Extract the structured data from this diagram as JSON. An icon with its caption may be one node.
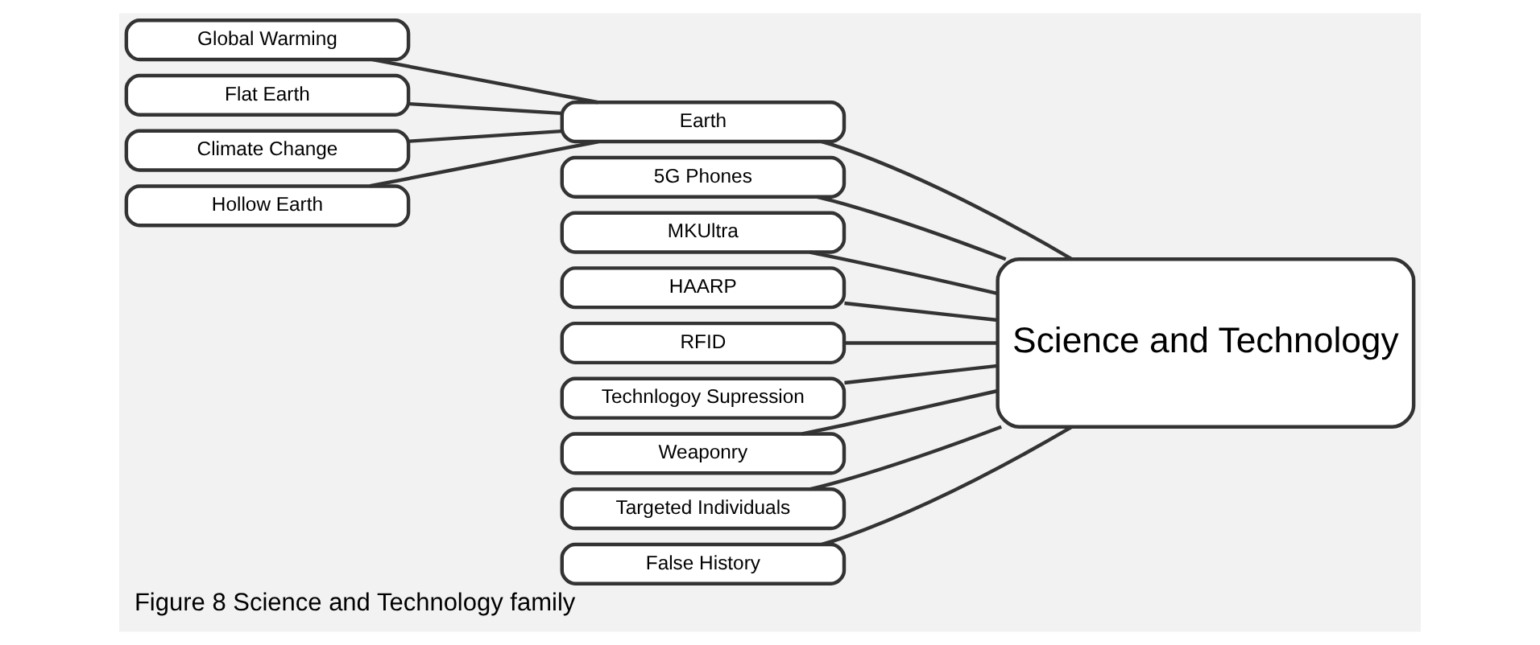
{
  "diagram": {
    "caption": "Figure 8 Science and Technology family",
    "nodes": [
      {
        "text": [
          "Global Warming"
        ]
      },
      {
        "text": [
          "Flat Earth"
        ]
      },
      {
        "text": [
          "Climate Change"
        ]
      },
      {
        "text": [
          "Hollow Earth"
        ]
      },
      {
        "text": [
          "5G Phones"
        ]
      },
      {
        "text": [
          "MKUltra"
        ]
      },
      {
        "text": [
          "Earth"
        ]
      },
      {
        "text": [
          "HAARP"
        ]
      },
      {
        "text": [
          "RFID"
        ]
      },
      {
        "text": [
          "Technlogoy Supression"
        ]
      },
      {
        "text": [
          "Weaponry"
        ]
      },
      {
        "text": [
          "Targeted Individuals"
        ]
      },
      {
        "text": [
          "False History"
        ]
      },
      {
        "text": [
          "Science and Technology"
        ]
      }
    ],
    "edges": [
      {
        "from": 0,
        "to": 6,
        "arrow": "none"
      },
      {
        "from": 1,
        "to": 6,
        "arrow": "none"
      },
      {
        "from": 2,
        "to": 6,
        "arrow": "none"
      },
      {
        "from": 3,
        "to": 6,
        "arrow": "none"
      },
      {
        "from": 4,
        "to": 13,
        "arrow": "none"
      },
      {
        "from": 5,
        "to": 13,
        "arrow": "none"
      },
      {
        "from": 6,
        "to": 13,
        "arrow": "none"
      },
      {
        "from": 7,
        "to": 13,
        "arrow": "none"
      },
      {
        "from": 8,
        "to": 13,
        "arrow": "none"
      },
      {
        "from": 9,
        "to": 13,
        "arrow": "none"
      },
      {
        "from": 10,
        "to": 13,
        "arrow": "none"
      },
      {
        "from": 11,
        "to": 13,
        "arrow": "none"
      },
      {
        "from": 12,
        "to": 13,
        "arrow": "none"
      }
    ]
  }
}
